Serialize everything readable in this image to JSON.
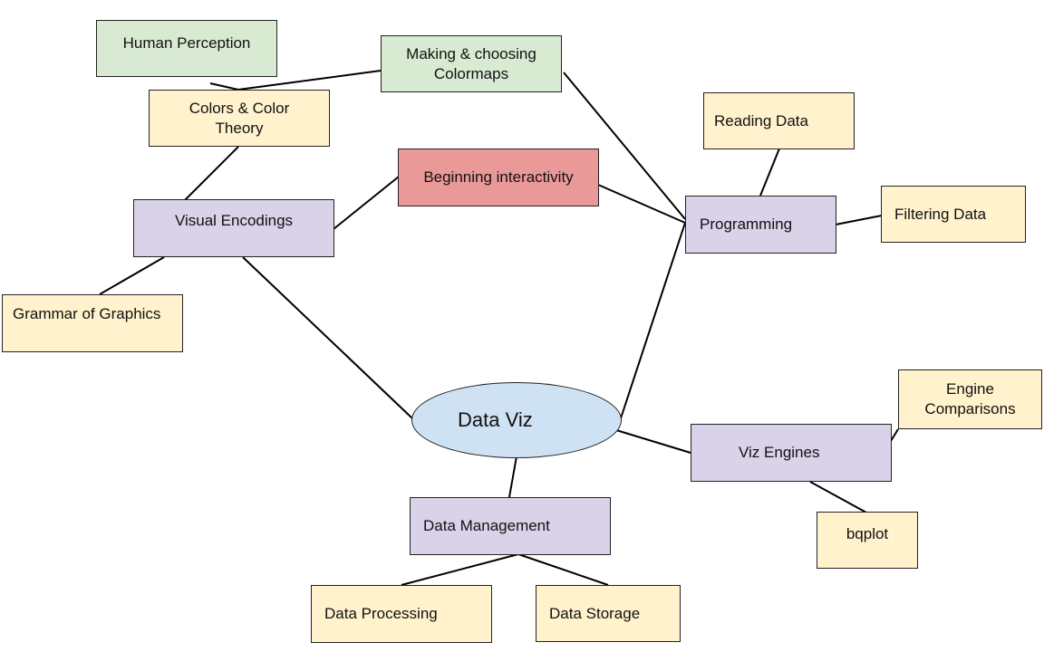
{
  "diagram": {
    "nodes": {
      "human_perception": "Human Perception",
      "making_colormaps": "Making & choosing\nColormaps",
      "colors_theory": "Colors & Color\nTheory",
      "beginning_interactivity": "Beginning interactivity",
      "visual_encodings": "Visual Encodings",
      "grammar_graphics": "Grammar of Graphics",
      "reading_data": "Reading Data",
      "programming": "Programming",
      "filtering_data": "Filtering Data",
      "data_viz": "Data Viz",
      "engine_comparisons": "Engine\nComparisons",
      "viz_engines": "Viz Engines",
      "bqplot": "bqplot",
      "data_management": "Data Management",
      "data_processing": "Data Processing",
      "data_storage": "Data Storage"
    },
    "colors": {
      "detail_yellow": "#fff2cc",
      "perception_green": "#d9ead3",
      "topic_purple": "#d9d2e9",
      "highlight_red": "#ea9999",
      "center_blue": "#cfe2f3",
      "line": "#000000"
    }
  }
}
